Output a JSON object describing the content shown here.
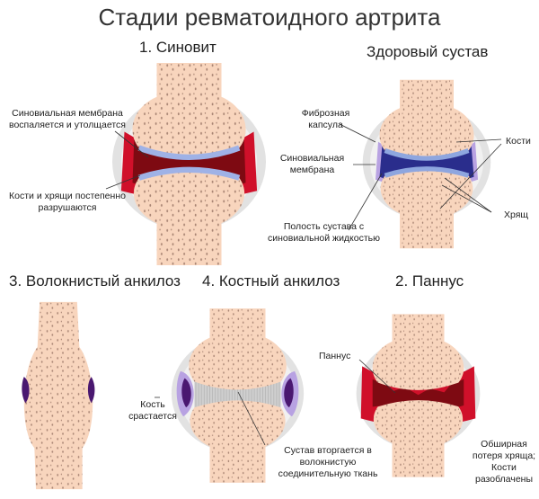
{
  "title": "Стадии ревматоидного артрита",
  "panels": {
    "synovitis": {
      "heading": "1. Синовит",
      "labels": {
        "membrane": "Синовиальная мембрана воспаляется и утолщается",
        "destruction": "Кости и хрящи постепенно разрушаются"
      }
    },
    "healthy": {
      "heading": "Здоровый сустав",
      "labels": {
        "capsule": "Фиброзная капсула",
        "membrane": "Синовиальная мембрана",
        "bones": "Кости",
        "cartilage": "Хрящ",
        "cavity": "Полость сустава с синовиальной жидкостью"
      }
    },
    "fibrous": {
      "heading": "3. Волокнистый анкилоз",
      "labels": {
        "fusion": "Кость срастается"
      }
    },
    "bony": {
      "heading": "4. Костный анкилоз",
      "labels": {
        "invasion": "Сустав вторгается в волокнистую соединительную ткань"
      }
    },
    "pannus": {
      "heading": "2. Паннус",
      "labels": {
        "pannus": "Паннус",
        "loss": "Обширная потеря хряща; Кости разоблачены"
      }
    }
  },
  "colors": {
    "bone": "#f8d5bd",
    "bone_dots": "#a88473",
    "capsule": "#e2e2e2",
    "synovial_healthy": "#2a2d8c",
    "cartilage": "#8ea6df",
    "membrane": "#b8a2e2",
    "inflamed": "#d0102a",
    "inflamed_dark": "#7e0a12"
  }
}
